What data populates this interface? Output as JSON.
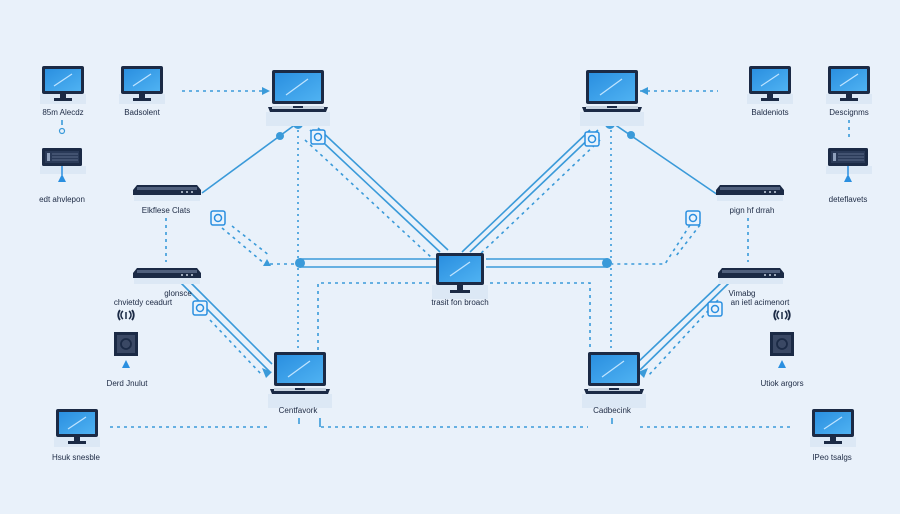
{
  "diagram": {
    "type": "network-topology",
    "colors": {
      "background": "#e9f1fa",
      "link": "#3a9ad9",
      "device_dark": "#1b2a45",
      "screen": "#2f9be8",
      "label": "#1d2a44"
    },
    "nodes": [
      {
        "id": "tl-monitor-1",
        "kind": "monitor",
        "label": "85m Alecdz"
      },
      {
        "id": "tl-monitor-2",
        "kind": "monitor",
        "label": "Badsolent"
      },
      {
        "id": "tl-server",
        "kind": "rack-panel",
        "label": "edt ahvlepon"
      },
      {
        "id": "tr-monitor-1",
        "kind": "monitor",
        "label": "Baldeniots"
      },
      {
        "id": "tr-monitor-2",
        "kind": "monitor",
        "label": "Descignms"
      },
      {
        "id": "tr-server",
        "kind": "rack-panel",
        "label": "deteflavets"
      },
      {
        "id": "left-switch-1",
        "kind": "switch",
        "label": "Elkflese Clats"
      },
      {
        "id": "left-switch-2",
        "kind": "switch",
        "label": "glonsce"
      },
      {
        "id": "left-switch-2-sub",
        "kind": "text",
        "label": "chvietdy ceadurt"
      },
      {
        "id": "left-wifi-device",
        "kind": "wireless-device",
        "label": "Derd Jnulut"
      },
      {
        "id": "right-switch-1",
        "kind": "switch",
        "label": "pign hf drrah"
      },
      {
        "id": "right-switch-2",
        "kind": "switch",
        "label": "Vimabg"
      },
      {
        "id": "right-switch-2-sub",
        "kind": "text",
        "label": "an ietl acimenort"
      },
      {
        "id": "right-wifi-device",
        "kind": "wireless-device",
        "label": "Utiok argors"
      },
      {
        "id": "top-left-laptop",
        "kind": "laptop",
        "label": ""
      },
      {
        "id": "top-right-laptop",
        "kind": "laptop",
        "label": ""
      },
      {
        "id": "center-monitor",
        "kind": "monitor",
        "label": "trasit fon broach"
      },
      {
        "id": "bottom-left-laptop",
        "kind": "laptop",
        "label": "Centfavork"
      },
      {
        "id": "bottom-right-laptop",
        "kind": "laptop",
        "label": "Cadbecink"
      },
      {
        "id": "bl-monitor",
        "kind": "monitor",
        "label": "Hsuk snesble"
      },
      {
        "id": "br-monitor",
        "kind": "monitor",
        "label": "IPeo tsalgs"
      }
    ]
  }
}
